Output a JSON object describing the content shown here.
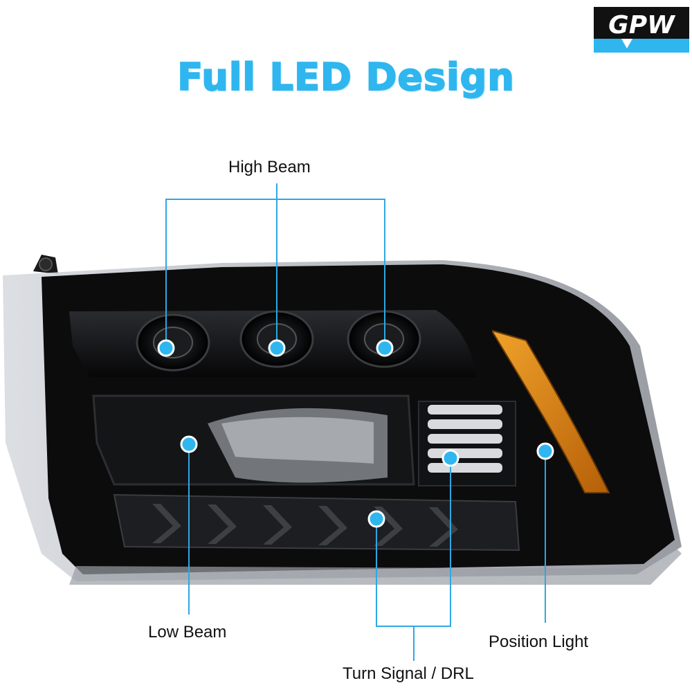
{
  "brand": {
    "logo_text": "GPW",
    "primary_color": "#111111",
    "accent_color": "#2fb6ef"
  },
  "headline": "Full LED Design",
  "callouts": {
    "high_beam": "High Beam",
    "low_beam": "Low Beam",
    "turn_signal_drl": "Turn Signal / DRL",
    "position_light": "Position Light"
  },
  "colors": {
    "callout_line": "#2fa7e4",
    "housing": "#0c0c0d",
    "amber": "#e08a12"
  }
}
